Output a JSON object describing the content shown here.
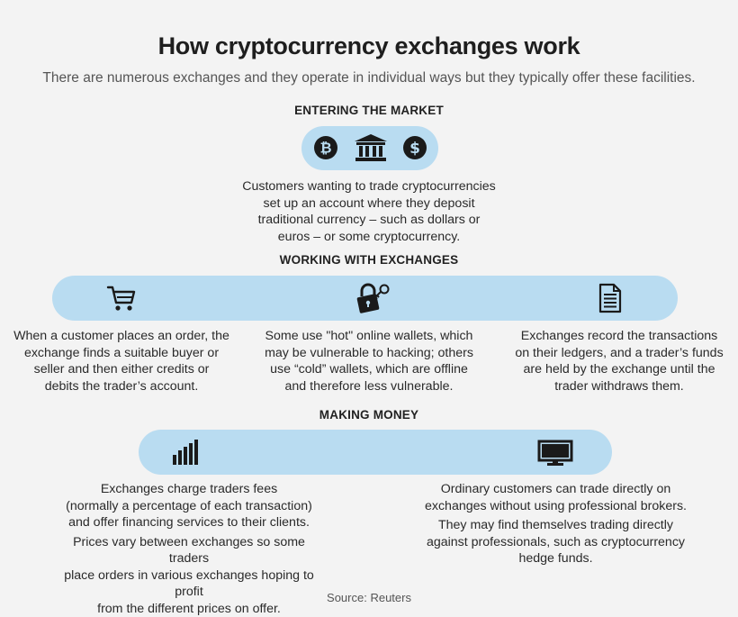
{
  "header": {
    "title": "How cryptocurrency exchanges work",
    "subtitle": "There are numerous exchanges and they operate in individual ways but they typically offer these facilities."
  },
  "sections": {
    "entering": {
      "heading": "ENTERING THE MARKET",
      "icons": [
        "bitcoin-icon",
        "bank-icon",
        "dollar-icon"
      ],
      "text": [
        "Customers wanting to trade cryptocurrencies",
        "set up an account where they deposit",
        "traditional currency – such as dollars or",
        "euros – or some cryptocurrency."
      ]
    },
    "working": {
      "heading": "WORKING WITH EXCHANGES",
      "items": [
        {
          "icon": "shopping-cart-icon",
          "text": [
            "When a customer places an order, the",
            "exchange finds a suitable buyer or",
            "seller and then either credits or",
            "debits the trader’s account."
          ]
        },
        {
          "icon": "padlock-key-icon",
          "text": [
            "Some use \"hot\" online wallets, which",
            "may be vulnerable to hacking; others",
            "use “cold” wallets, which are offline",
            "and therefore less vulnerable."
          ]
        },
        {
          "icon": "ledger-document-icon",
          "text": [
            "Exchanges record the transactions",
            "on their ledgers, and a trader’s funds",
            "are held by the exchange until the",
            "trader withdraws them."
          ]
        }
      ]
    },
    "money": {
      "heading": "MAKING MONEY",
      "items": [
        {
          "icon": "bar-chart-icon",
          "text": [
            "Exchanges charge traders fees",
            "(normally a percentage of each transaction)",
            "and offer financing services to their clients."
          ],
          "text2": [
            "Prices vary between exchanges so some traders",
            "place orders in various exchanges hoping to profit",
            "from the different prices on offer."
          ]
        },
        {
          "icon": "monitor-icon",
          "text": [
            "Ordinary customers can trade directly on",
            "exchanges without using professional brokers."
          ],
          "text2": [
            "They may find themselves trading directly",
            "against professionals, such as cryptocurrency",
            "hedge funds."
          ]
        }
      ]
    }
  },
  "footer": {
    "source": "Source: Reuters"
  },
  "colors": {
    "pill": "#b9dcf1",
    "icon": "#1a1a1a",
    "background": "#f3f3f3"
  }
}
